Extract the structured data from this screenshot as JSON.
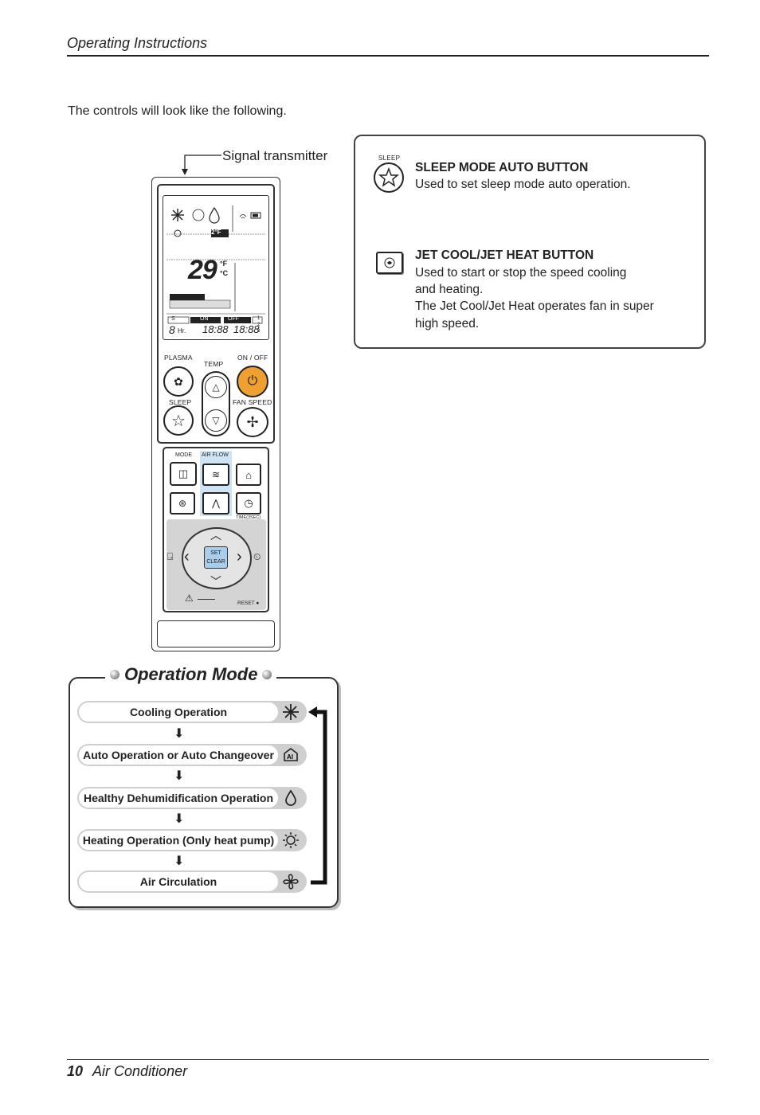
{
  "header": {
    "title": "Operating Instructions"
  },
  "intro": "The controls will look like the following.",
  "signal_label": "Signal transmitter",
  "buttons_info": [
    {
      "icon_label": "SLEEP",
      "icon": "sleep-star-icon",
      "title": "SLEEP MODE AUTO BUTTON",
      "lines": [
        "Used to set sleep mode auto operation."
      ]
    },
    {
      "icon": "jet-cool-icon",
      "title": "JET COOL/JET HEAT BUTTON",
      "lines": [
        "Used to start or stop the speed cooling",
        "and heating.",
        "The Jet Cool/Jet Heat operates fan in super",
        "high speed."
      ]
    }
  ],
  "remote": {
    "display": {
      "temp": "29",
      "unit_f": "°F",
      "unit_c": "°C",
      "fan_speed": "FAN SPEED",
      "on": "ON",
      "off": "OFF",
      "hr": "Hr.",
      "timer": "18:88",
      "digit": "8",
      "temp_small": "2°F",
      "s": "S",
      "rows": [
        "1",
        "2",
        "3"
      ]
    },
    "labels": {
      "plasma": "PLASMA",
      "temp": "TEMP",
      "on_off": "ON / OFF",
      "sleep": "SLEEP",
      "fan_speed": "FAN SPEED",
      "mode": "MODE",
      "air_flow": "AIR FLOW",
      "time": "TIME(3SEC)",
      "set": "SET",
      "clear": "CLEAR",
      "reset": "RESET"
    },
    "colors": {
      "power_button": "#f0a030",
      "lcd": "#ffffff",
      "air_flow_highlight": "#cfe4f5",
      "nav_panel": "#d4d4d4",
      "set_button": "#a9cdea"
    }
  },
  "operation_mode": {
    "title": "Operation Mode",
    "items": [
      {
        "label": "Cooling Operation",
        "icon": "snowflake-icon"
      },
      {
        "label": "Auto Operation or Auto Changeover",
        "icon": "auto-ai-icon"
      },
      {
        "label": "Healthy Dehumidification Operation",
        "icon": "water-drop-icon"
      },
      {
        "label": "Heating Operation (Only heat pump)",
        "icon": "sun-icon"
      },
      {
        "label": "Air Circulation",
        "icon": "fan-icon"
      }
    ]
  },
  "footer": {
    "page": "10",
    "title": "Air Conditioner"
  }
}
